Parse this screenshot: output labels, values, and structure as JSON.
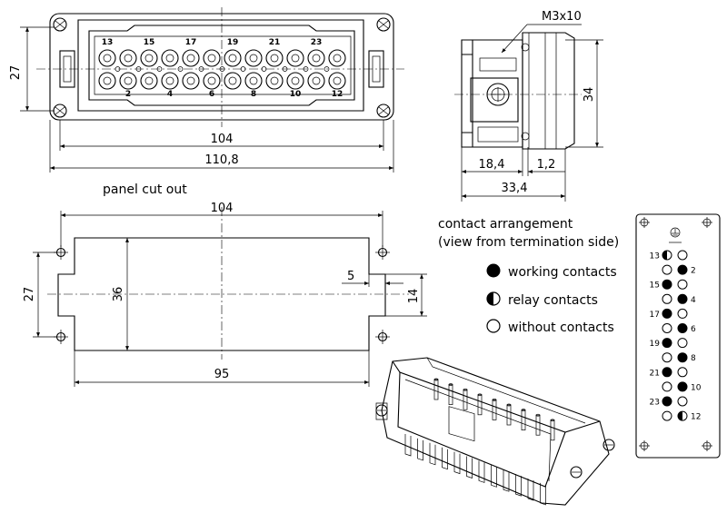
{
  "front_view": {
    "dims": {
      "height": "27",
      "inner_width": "104",
      "outer_width": "110,8"
    },
    "top_pin_numbers": [
      "13",
      "15",
      "17",
      "19",
      "21",
      "23"
    ],
    "bottom_pin_numbers": [
      "2",
      "4",
      "6",
      "8",
      "10",
      "12"
    ]
  },
  "side_view": {
    "screw": "M3x10",
    "dims": {
      "height": "34",
      "body": "18,4",
      "flange": "1,2",
      "total": "33,4"
    }
  },
  "panel_cutout": {
    "title": "panel cut out",
    "dims": {
      "top_width": "104",
      "bottom_width": "95",
      "left_height": "27",
      "inner_height": "36",
      "tab_width": "5",
      "tab_height": "14"
    }
  },
  "contact_arrangement": {
    "title_line1": "contact arrangement",
    "title_line2": "(view from termination side)",
    "legend": [
      {
        "symbol": "filled",
        "label": "working contacts"
      },
      {
        "symbol": "half",
        "label": "relay contacts"
      },
      {
        "symbol": "empty",
        "label": "without contacts"
      }
    ],
    "rows": [
      {
        "left_label": "13",
        "left": "half",
        "right": "empty",
        "right_label": ""
      },
      {
        "left_label": "",
        "left": "empty",
        "right": "filled",
        "right_label": "2"
      },
      {
        "left_label": "15",
        "left": "filled",
        "right": "empty",
        "right_label": ""
      },
      {
        "left_label": "",
        "left": "empty",
        "right": "filled",
        "right_label": "4"
      },
      {
        "left_label": "17",
        "left": "filled",
        "right": "empty",
        "right_label": ""
      },
      {
        "left_label": "",
        "left": "empty",
        "right": "filled",
        "right_label": "6"
      },
      {
        "left_label": "19",
        "left": "filled",
        "right": "empty",
        "right_label": ""
      },
      {
        "left_label": "",
        "left": "empty",
        "right": "filled",
        "right_label": "8"
      },
      {
        "left_label": "21",
        "left": "filled",
        "right": "empty",
        "right_label": ""
      },
      {
        "left_label": "",
        "left": "empty",
        "right": "filled",
        "right_label": "10"
      },
      {
        "left_label": "23",
        "left": "filled",
        "right": "empty",
        "right_label": ""
      },
      {
        "left_label": "",
        "left": "empty",
        "right": "half",
        "right_label": "12"
      }
    ]
  }
}
